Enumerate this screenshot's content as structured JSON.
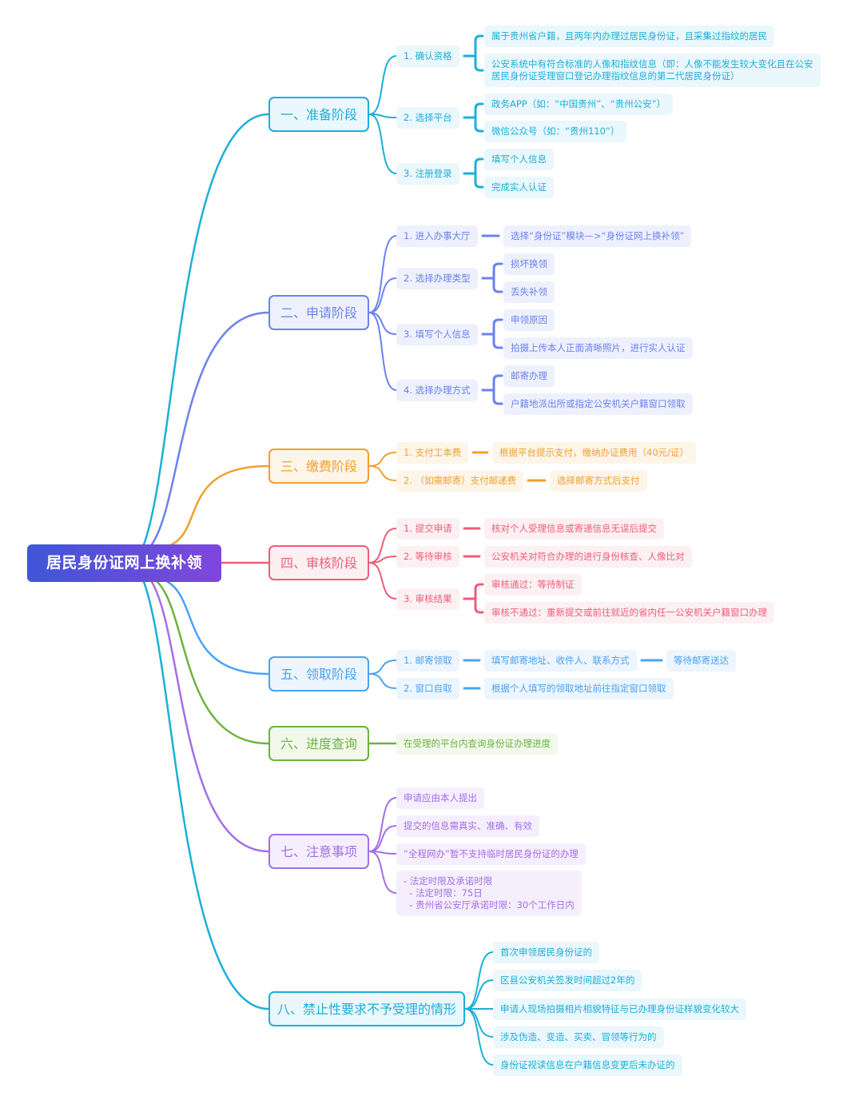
{
  "title": "居民身份证网上换补领",
  "branches": [
    {
      "label": "一、准备阶段",
      "color": "#1cb0d8",
      "bg": "#eaf7fc",
      "children": [
        {
          "label": "1. 确认资格",
          "leaves": [
            "属于贵州省户籍，且两年内办理过居民身份证，且采集过指纹的居民",
            "公安系统中有符合标准的人像和指纹信息（即：人像不能发生较大变化且在公安\n居民身份证受理窗口登记办理指纹信息的第二代居民身份证）"
          ]
        },
        {
          "label": "2. 选择平台",
          "leaves": [
            "政务APP（如：“中国贵州”、“贵州公安”）",
            "微信公众号（如：“贵州110”）"
          ]
        },
        {
          "label": "3. 注册登录",
          "leaves": [
            "填写个人信息",
            "完成实人认证"
          ]
        }
      ]
    },
    {
      "label": "二、申请阶段",
      "color": "#6b82ee",
      "bg": "#eef1fd",
      "children": [
        {
          "label": "1. 进入办事大厅",
          "leaves": [
            "选择“身份证”模块—>“身份证网上换补领”"
          ]
        },
        {
          "label": "2. 选择办理类型",
          "leaves": [
            "损坏换领",
            "丢失补领"
          ]
        },
        {
          "label": "3. 填写个人信息",
          "leaves": [
            "申领原因",
            "拍摄上传本人正面清晰照片，进行实人认证"
          ]
        },
        {
          "label": "4. 选择办理方式",
          "leaves": [
            "邮寄办理",
            "户籍地派出所或指定公安机关户籍窗口领取"
          ]
        }
      ]
    },
    {
      "label": "三、缴费阶段",
      "color": "#f0a030",
      "bg": "#fef5e9",
      "children": [
        {
          "label": "1. 支付工本费",
          "leaves": [
            "根据平台提示支付，缴纳办证费用（40元/证）"
          ]
        },
        {
          "label": "2. （如需邮寄）支付邮递费",
          "leaves": [
            "选择邮寄方式后支付"
          ]
        }
      ]
    },
    {
      "label": "四、审核阶段",
      "color": "#ee5d79",
      "bg": "#fdf0f3",
      "children": [
        {
          "label": "1. 提交申请",
          "leaves": [
            "核对个人受理信息或寄递信息无误后提交"
          ]
        },
        {
          "label": "2. 等待审核",
          "leaves": [
            "公安机关对符合办理的进行身份核查、人像比对"
          ]
        },
        {
          "label": "3. 审核结果",
          "leaves": [
            "审核通过：等待制证",
            "审核不通过：重新提交或前往就近的省内任一公安机关户籍窗口办理"
          ]
        }
      ]
    },
    {
      "label": "五、领取阶段",
      "color": "#4aa3f2",
      "bg": "#edf5fe",
      "children": [
        {
          "label": "1. 邮寄领取",
          "leaves": [
            "填写邮寄地址、收件人、联系方式"
          ],
          "next": "等待邮寄送达"
        },
        {
          "label": "2. 窗口自取",
          "leaves": [
            "根据个人填写的领取地址前往指定窗口领取"
          ]
        }
      ]
    },
    {
      "label": "六、进度查询",
      "color": "#6db33f",
      "bg": "#f2f8ec",
      "children": [
        {
          "label": "在受理的平台内查询身份证办理进度",
          "leaves": []
        }
      ]
    },
    {
      "label": "七、注意事项",
      "color": "#a46ee8",
      "bg": "#f5effd",
      "children": [
        {
          "label": "申请应由本人提出",
          "leaves": []
        },
        {
          "label": "提交的信息需真实、准确、有效",
          "leaves": []
        },
        {
          "label": "“全程网办”暂不支持临时居民身份证的办理",
          "leaves": []
        },
        {
          "label": "- 法定时限及承诺时限\n  - 法定时限：75日\n  - 贵州省公安厅承诺时限：30个工作日内",
          "leaves": []
        }
      ]
    },
    {
      "label": "八、禁止性要求不予受理的情形",
      "color": "#1cb0d8",
      "bg": "#eaf7fc",
      "children": [
        {
          "label": "首次申领居民身份证的",
          "leaves": []
        },
        {
          "label": "区县公安机关签发时间超过2年的",
          "leaves": []
        },
        {
          "label": "申请人现场拍摄相片相貌特征与已办理身份证样貌变化较大",
          "leaves": []
        },
        {
          "label": "涉及伪造、变造、买卖、冒领等行为的",
          "leaves": []
        },
        {
          "label": "身份证视读信息在户籍信息变更后未办证的",
          "leaves": []
        }
      ]
    }
  ]
}
